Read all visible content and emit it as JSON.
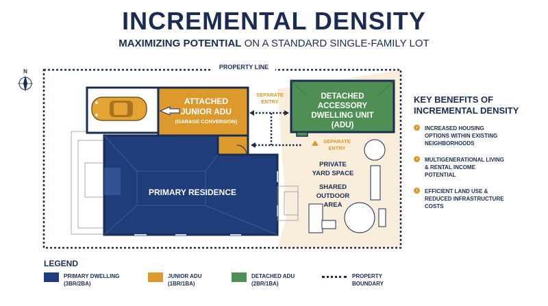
{
  "header": {
    "title": "INCREMENTAL DENSITY",
    "subtitle_bold": "MAXIMIZING POTENTIAL",
    "subtitle_rest": " ON A STANDARD SINGLE-FAMILY LOT"
  },
  "plan": {
    "compass": "N",
    "property_line": "PROPERTY LINE",
    "garage_adu_line1": "ATTACHED",
    "garage_adu_line2": "JUNIOR ADU",
    "garage_adu_note": "(GARAGE CONVERSION)",
    "separate_entry_1a": "SEPARATE",
    "separate_entry_1b": "ENTRY",
    "detached_line1": "DETACHED",
    "detached_line2": "ACCESSORY",
    "detached_line3": "DWELLING UNIT",
    "detached_line4": "(ADU)",
    "separate_entry_2a": "SEPARATE",
    "separate_entry_2b": "ENTRY",
    "primary": "PRIMARY RESIDENCE",
    "yard_1": "PRIVATE",
    "yard_2": "YARD SPACE",
    "outdoor_1": "SHARED",
    "outdoor_2": "OUTDOOR",
    "outdoor_3": "AREA"
  },
  "benefits": {
    "heading_1": "KEY BENEFITS OF",
    "heading_2": "INCREMENTAL DENSITY",
    "items": [
      {
        "l1": "INCREASED HOUSING",
        "l2": "OPTIONS WITHIN EXISTING",
        "l3": "NEIGHBORHOODS"
      },
      {
        "l1": "MULTIGENERATIONAL LIVING",
        "l2": "& RENTAL INCOME",
        "l3": "POTENTIAL"
      },
      {
        "l1": "EFFICIENT LAND USE &",
        "l2": "REDUCED INFRASTRUCTURE",
        "l3": "COSTS"
      }
    ]
  },
  "legend": {
    "title": "LEGEND",
    "items": [
      {
        "l1": "PRIMARY DWELLING",
        "l2": "(3BR/2BA)",
        "color": "#1f3d7a"
      },
      {
        "l1": "JUNIOR ADU",
        "l2": "(1BR/1BA)",
        "color": "#dc9a2c"
      },
      {
        "l1": "DETACHED ADU",
        "l2": "(2BR/1BA)",
        "color": "#4f8f56"
      },
      {
        "l1": "PROPERTY",
        "l2": "BOUNDARY",
        "color": "#1c2b52"
      }
    ]
  },
  "colors": {
    "navy": "#1f3d7a",
    "orange": "#dc9a2c",
    "green": "#4f8f56",
    "yard": "#f8eedb",
    "ink": "#1c2b52"
  }
}
